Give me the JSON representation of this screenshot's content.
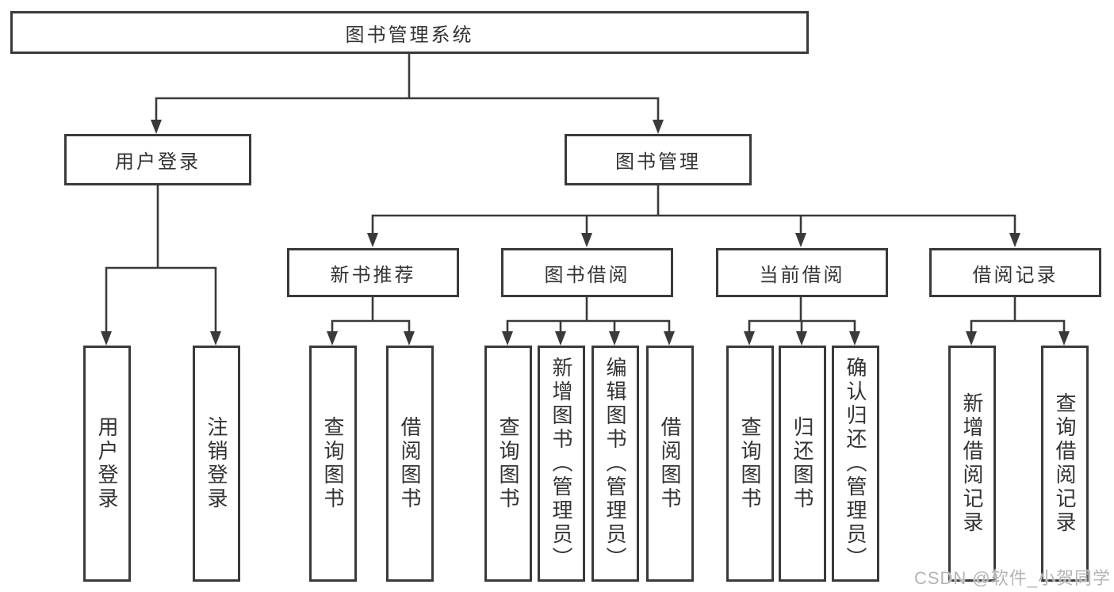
{
  "tree": {
    "label": "图书管理系统",
    "children": [
      {
        "label": "用户登录",
        "children": [
          {
            "label": "用户登录"
          },
          {
            "label": "注销登录"
          }
        ]
      },
      {
        "label": "图书管理",
        "children": [
          {
            "label": "新书推荐",
            "children": [
              {
                "label": "查询图书"
              },
              {
                "label": "借阅图书"
              }
            ]
          },
          {
            "label": "图书借阅",
            "children": [
              {
                "label": "查询图书"
              },
              {
                "label": "新增图书（管理员）"
              },
              {
                "label": "编辑图书（管理员）"
              },
              {
                "label": "借阅图书"
              }
            ]
          },
          {
            "label": "当前借阅",
            "children": [
              {
                "label": "查询图书"
              },
              {
                "label": "归还图书"
              },
              {
                "label": "确认归还（管理员）"
              }
            ]
          },
          {
            "label": "借阅记录",
            "children": [
              {
                "label": "新增借阅记录"
              },
              {
                "label": "查询借阅记录"
              }
            ]
          }
        ]
      }
    ]
  },
  "watermark": {
    "text": "CSDN @软件_小贺同学"
  },
  "colors": {
    "background": "#ffffff",
    "line": "#3a3a3a",
    "box_border": "#3a3a3a",
    "text": "#333333",
    "watermark": "#b4b4b4"
  }
}
